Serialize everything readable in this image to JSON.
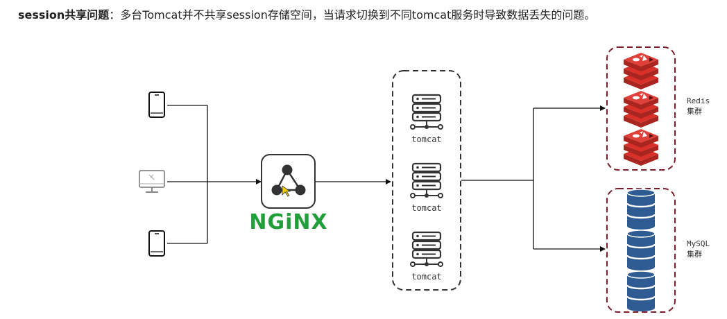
{
  "heading": {
    "bold": "session共享问题",
    "rest": "：多台Tomcat并不共享session存储空间，当请求切换到不同tomcat服务时导致数据丢失的问题。"
  },
  "clients": [
    {
      "icon": "phone-icon"
    },
    {
      "icon": "desktop-icon"
    },
    {
      "icon": "phone-icon"
    }
  ],
  "nginx": {
    "logo_text": "NGiNX",
    "icon": "nginx-icon",
    "color": "#1f9e3a"
  },
  "tomcat_cluster": {
    "nodes": [
      {
        "label": "tomcat"
      },
      {
        "label": "tomcat"
      },
      {
        "label": "tomcat"
      }
    ]
  },
  "redis_cluster": {
    "label_line1": "Redis",
    "label_line2": "集群",
    "node_count": 3,
    "color": "#d9302a"
  },
  "mysql_cluster": {
    "label_line1": "MySQL",
    "label_line2": "集群",
    "node_count": 3,
    "color": "#2d5b92"
  },
  "colors": {
    "cluster_border": "#7a1d2b",
    "tomcat_border": "#333333",
    "line": "#111111"
  }
}
